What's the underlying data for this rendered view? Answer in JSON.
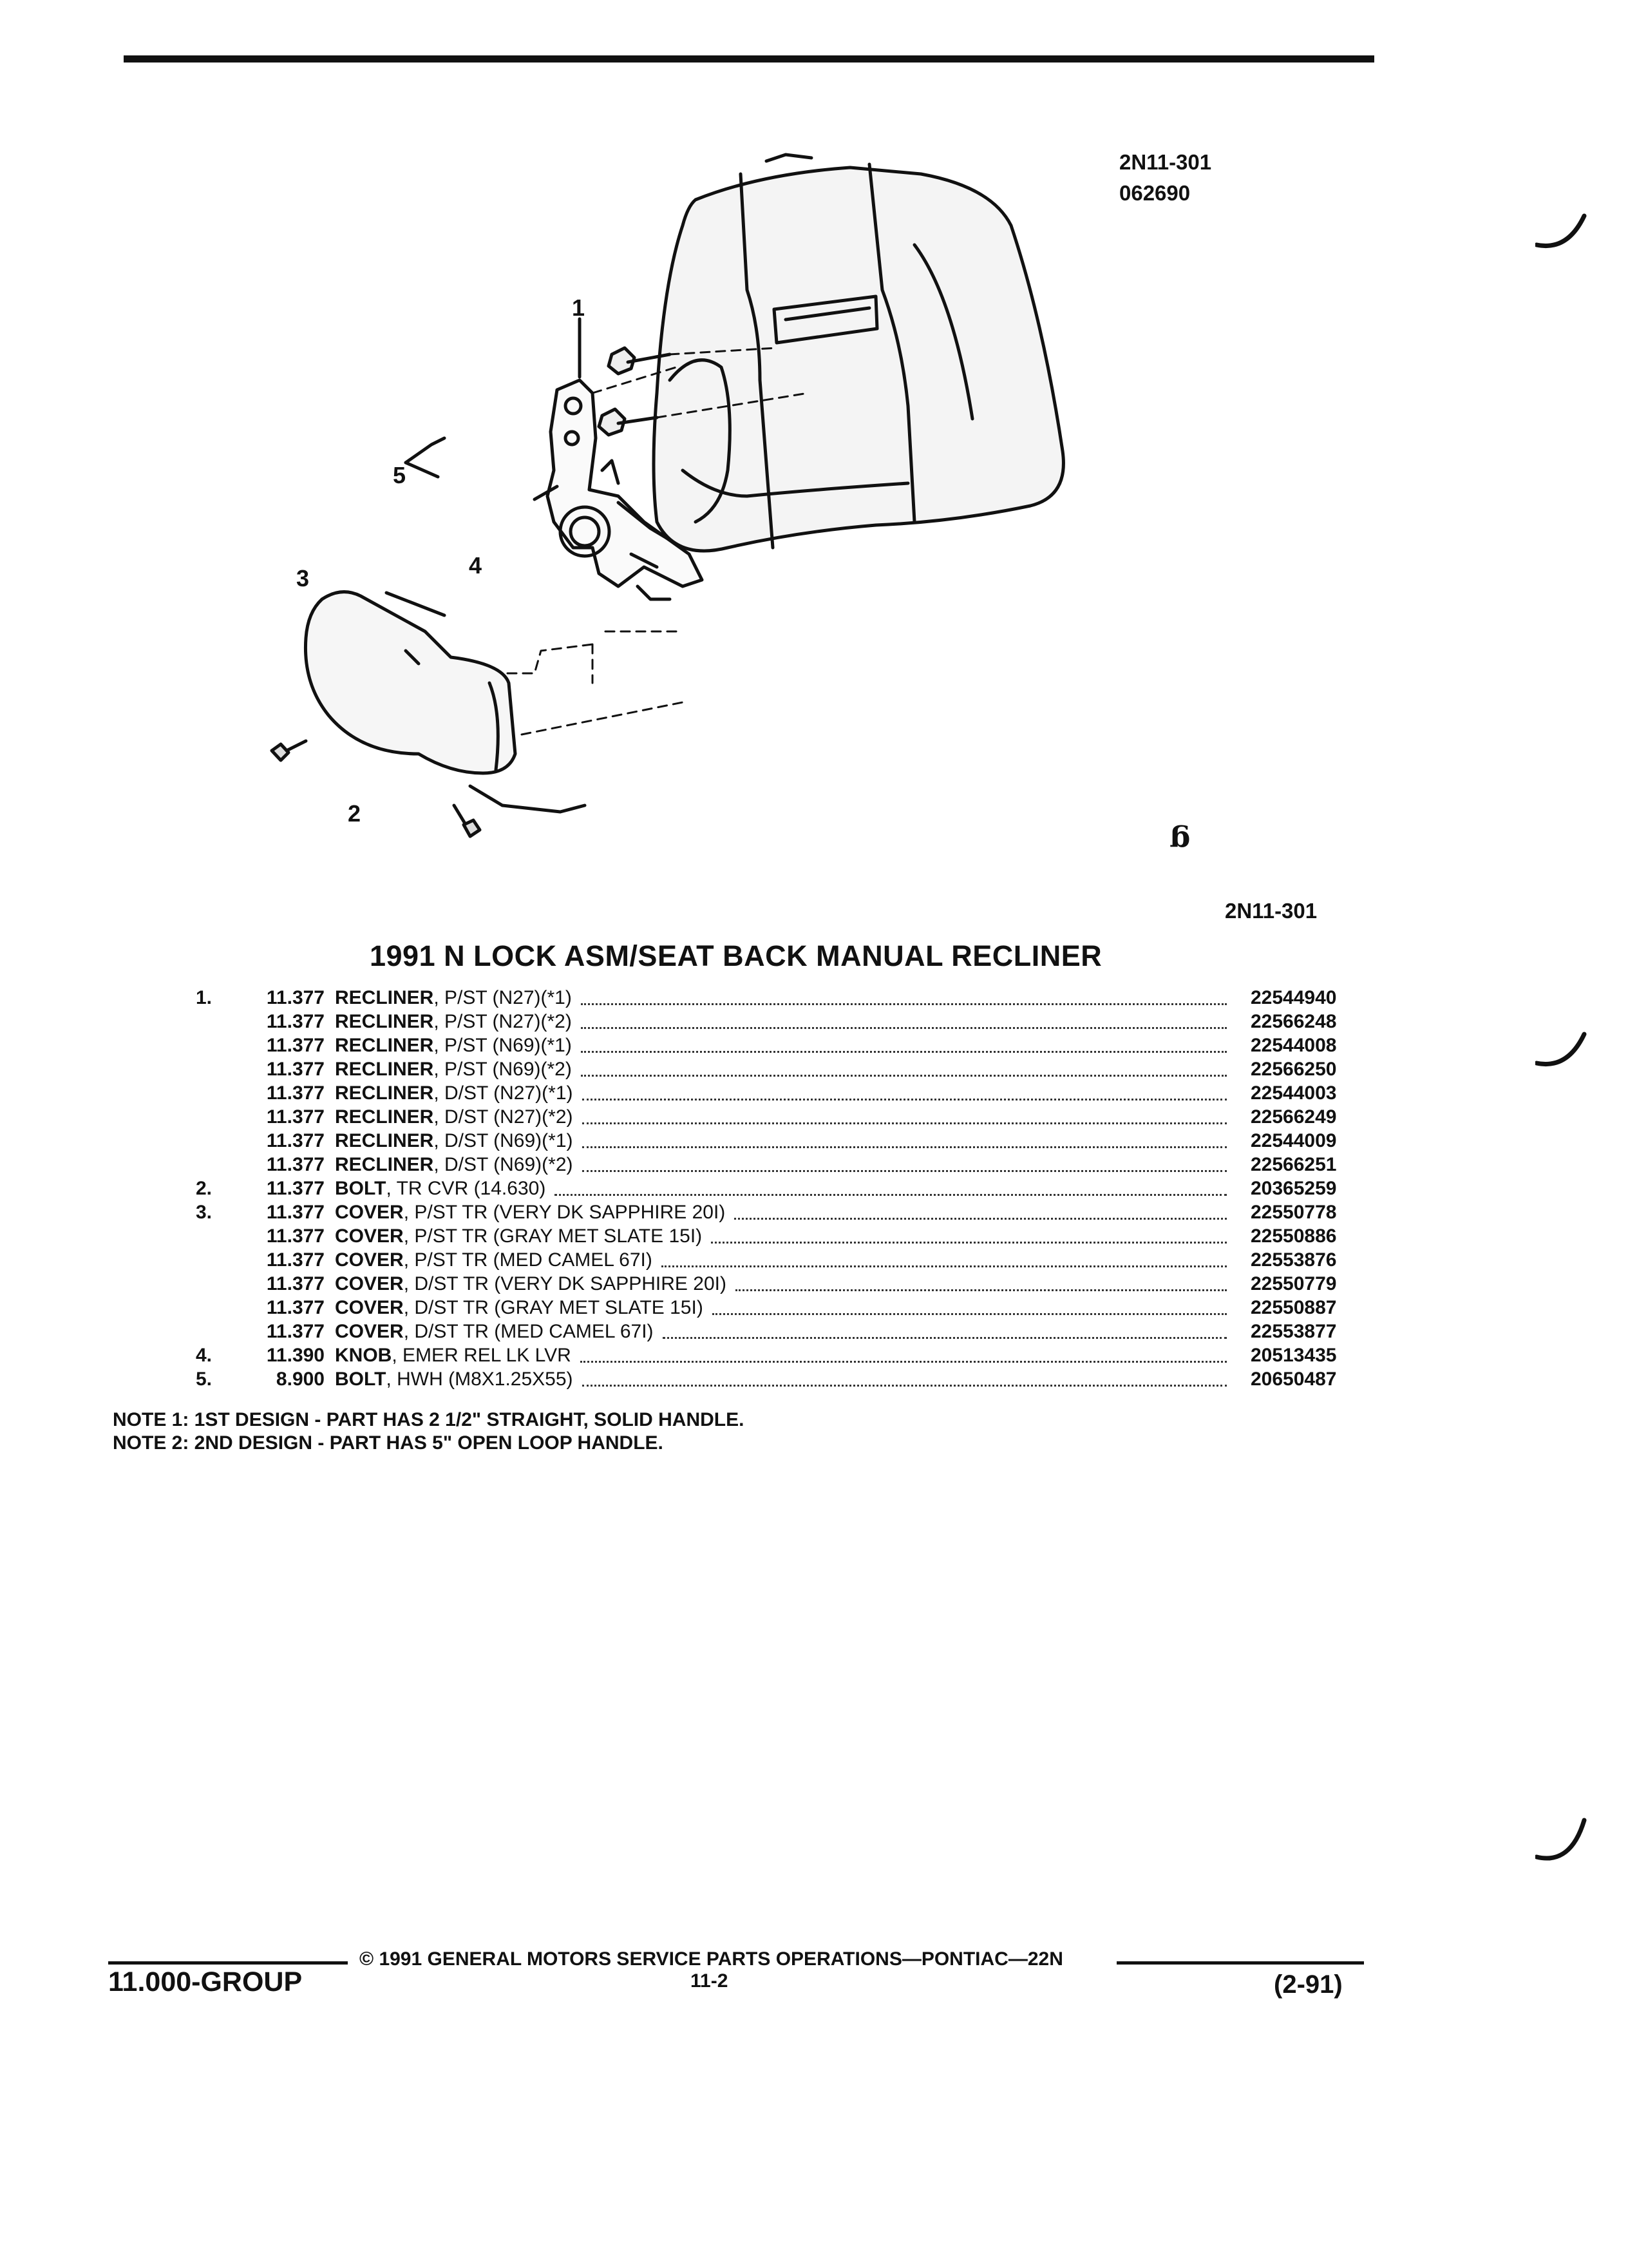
{
  "header": {
    "illustration_code": "2N11-301",
    "illustration_date": "062690"
  },
  "illustration": {
    "callouts": [
      "1",
      "2",
      "3",
      "4",
      "5"
    ],
    "mark": "ᵷ",
    "code": "2N11-301"
  },
  "section": {
    "title": "1991 N LOCK ASM/SEAT BACK MANUAL RECLINER"
  },
  "parts": [
    {
      "item": "1.",
      "group": "11.377",
      "name": "RECLINER",
      "desc": ", P/ST (N27)(*1)",
      "part_no": "22544940"
    },
    {
      "item": "",
      "group": "11.377",
      "name": "RECLINER",
      "desc": ", P/ST (N27)(*2)",
      "part_no": "22566248"
    },
    {
      "item": "",
      "group": "11.377",
      "name": "RECLINER",
      "desc": ", P/ST (N69)(*1)",
      "part_no": "22544008"
    },
    {
      "item": "",
      "group": "11.377",
      "name": "RECLINER",
      "desc": ", P/ST (N69)(*2)",
      "part_no": "22566250"
    },
    {
      "item": "",
      "group": "11.377",
      "name": "RECLINER",
      "desc": ", D/ST (N27)(*1)",
      "part_no": "22544003"
    },
    {
      "item": "",
      "group": "11.377",
      "name": "RECLINER",
      "desc": ", D/ST (N27)(*2)",
      "part_no": "22566249"
    },
    {
      "item": "",
      "group": "11.377",
      "name": "RECLINER",
      "desc": ", D/ST (N69)(*1)",
      "part_no": "22544009"
    },
    {
      "item": "",
      "group": "11.377",
      "name": "RECLINER",
      "desc": ", D/ST (N69)(*2)",
      "part_no": "22566251"
    },
    {
      "item": "2.",
      "group": "11.377",
      "name": "BOLT",
      "desc": ", TR CVR (14.630)",
      "part_no": "20365259"
    },
    {
      "item": "3.",
      "group": "11.377",
      "name": "COVER",
      "desc": ", P/ST TR (VERY DK SAPPHIRE 20I)",
      "part_no": "22550778"
    },
    {
      "item": "",
      "group": "11.377",
      "name": "COVER",
      "desc": ", P/ST TR (GRAY MET SLATE 15I)",
      "part_no": "22550886"
    },
    {
      "item": "",
      "group": "11.377",
      "name": "COVER",
      "desc": ", P/ST TR (MED CAMEL 67I)",
      "part_no": "22553876"
    },
    {
      "item": "",
      "group": "11.377",
      "name": "COVER",
      "desc": ", D/ST TR (VERY DK SAPPHIRE 20I)",
      "part_no": "22550779"
    },
    {
      "item": "",
      "group": "11.377",
      "name": "COVER",
      "desc": ", D/ST TR (GRAY MET SLATE 15I)",
      "part_no": "22550887"
    },
    {
      "item": "",
      "group": "11.377",
      "name": "COVER",
      "desc": ", D/ST TR (MED CAMEL 67I)",
      "part_no": "22553877"
    },
    {
      "item": "4.",
      "group": "11.390",
      "name": "KNOB",
      "desc": ", EMER REL LK LVR",
      "part_no": "20513435"
    },
    {
      "item": "5.",
      "group": "8.900",
      "name": "BOLT",
      "desc": ", HWH (M8X1.25X55)",
      "part_no": "20650487"
    }
  ],
  "notes": [
    "NOTE  1:  1ST DESIGN - PART HAS 2 1/2\" STRAIGHT, SOLID HANDLE.",
    "NOTE  2:  2ND DESIGN - PART HAS 5\" OPEN LOOP HANDLE."
  ],
  "footer": {
    "copyright": "© 1991 GENERAL MOTORS SERVICE PARTS OPERATIONS—PONTIAC—22N",
    "group": "11.000-GROUP",
    "page": "11-2",
    "date": "(2-91)"
  }
}
